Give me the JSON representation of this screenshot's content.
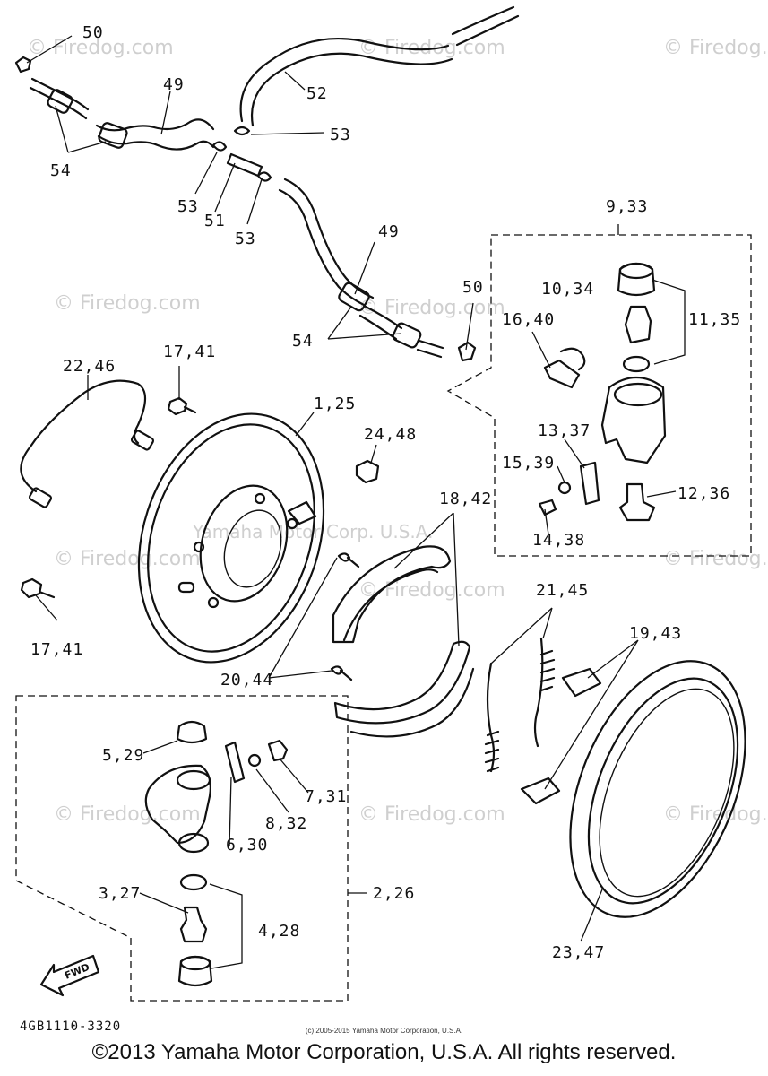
{
  "diagram": {
    "drawing_code": "4GB1110-3320",
    "small_copyright": "(c) 2005-2015 Yamaha Motor Corporation, U.S.A.",
    "footer_copyright": "©2013 Yamaha Motor Corporation, U.S.A. All rights reserved.",
    "watermark_site": "© Firedog.com",
    "watermark_center": "Yamaha Motor Corp. U.S.A.",
    "fwd_label": "FWD",
    "callouts": {
      "c50a": "50",
      "c49a": "49",
      "c52": "52",
      "c53a": "53",
      "c54a": "54",
      "c53b": "53",
      "c51": "51",
      "c53c": "53",
      "c9_33": "9,33",
      "c49b": "49",
      "c50b": "50",
      "c10_34": "10,34",
      "c11_35": "11,35",
      "c16_40": "16,40",
      "c54b": "54",
      "c17_41a": "17,41",
      "c22_46": "22,46",
      "c1_25": "1,25",
      "c24_48": "24,48",
      "c13_37": "13,37",
      "c15_39": "15,39",
      "c12_36": "12,36",
      "c14_38": "14,38",
      "c18_42": "18,42",
      "c17_41b": "17,41",
      "c21_45": "21,45",
      "c19_43": "19,43",
      "c20_44": "20,44",
      "c5_29": "5,29",
      "c7_31": "7,31",
      "c8_32": "8,32",
      "c6_30": "6,30",
      "c2_26": "2,26",
      "c3_27": "3,27",
      "c4_28": "4,28",
      "c23_47": "23,47"
    }
  }
}
